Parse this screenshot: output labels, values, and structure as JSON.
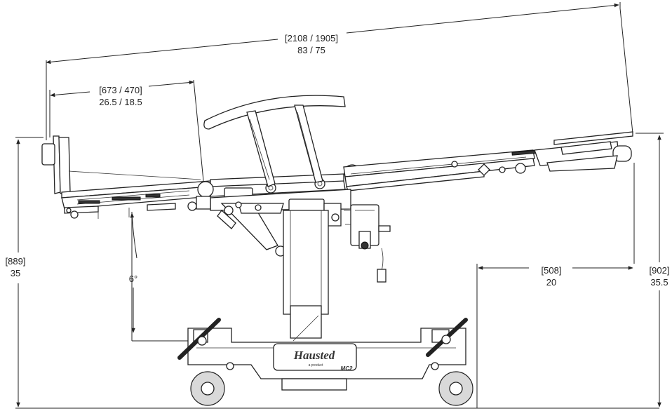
{
  "dimensions": {
    "overall_length": {
      "bracket": "[2108 / 1905]",
      "value": "83 / 75"
    },
    "back_section": {
      "bracket": "[673 / 470]",
      "value": "26.5 / 18.5"
    },
    "max_height_left": {
      "bracket": "[889]",
      "value": "35"
    },
    "max_height_right": {
      "bracket": "[902]",
      "value": "35.5"
    },
    "base_offset": {
      "bracket": "[508]",
      "value": "20"
    },
    "tilt_angle": "6°"
  },
  "brand": {
    "name": "Hausted",
    "subtitle": "a product",
    "model": "MC2"
  }
}
